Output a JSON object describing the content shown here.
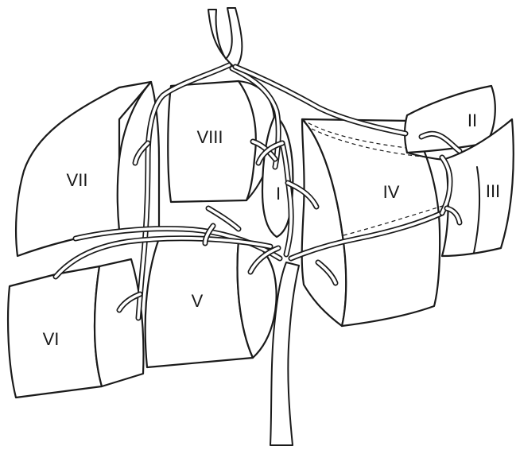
{
  "segments": {
    "s1": "I",
    "s2": "II",
    "s3": "III",
    "s4": "IV",
    "s5": "V",
    "s6": "VI",
    "s7": "VII",
    "s8": "VIII"
  },
  "colors": {
    "stroke": "#1a1a1a",
    "fill": "#ffffff"
  }
}
